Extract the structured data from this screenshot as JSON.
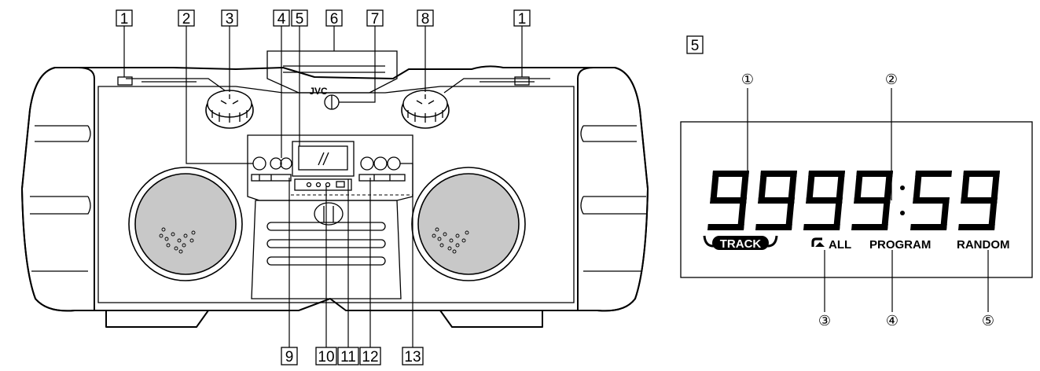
{
  "product": {
    "brand": "JVC"
  },
  "callouts": {
    "top": [
      "1",
      "2",
      "3",
      "4",
      "5",
      "6",
      "7",
      "8",
      "1"
    ],
    "bottom": [
      "9",
      "10",
      "11",
      "12",
      "13"
    ]
  },
  "display_panel": {
    "section_label": "5",
    "digits": "9999:59",
    "indicators": {
      "track": "TRACK",
      "all": "ALL",
      "program": "PROGRAM",
      "random": "RANDOM"
    },
    "markers": [
      "①",
      "②",
      "③",
      "④",
      "⑤"
    ]
  }
}
